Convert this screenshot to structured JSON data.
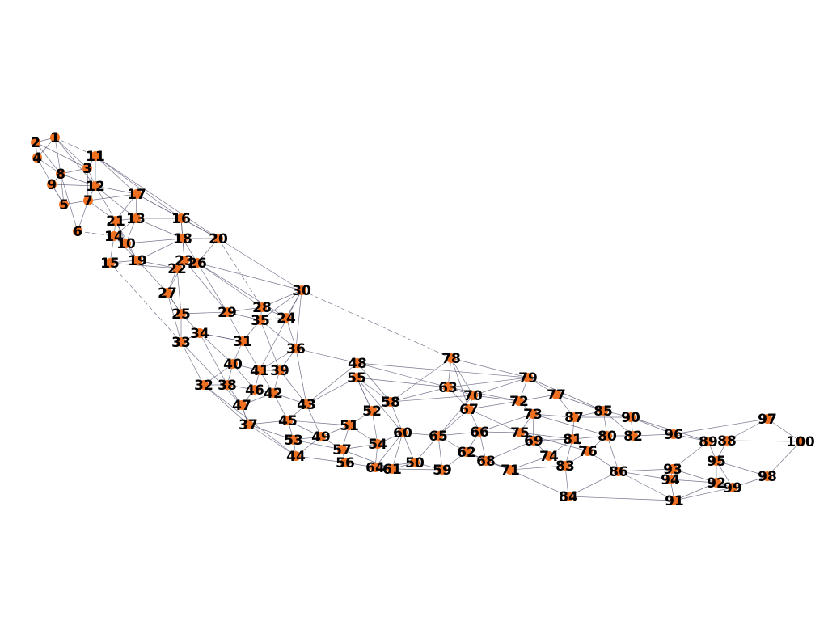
{
  "graph": {
    "colors": {
      "background": "#ffffff",
      "node_fill": "#f07021",
      "node_label": "#000000",
      "edge": "#4a4a6a"
    },
    "nodes": [
      "1",
      "2",
      "3",
      "4",
      "5",
      "6",
      "7",
      "8",
      "9",
      "10",
      "11",
      "12",
      "13",
      "14",
      "15",
      "16",
      "17",
      "18",
      "19",
      "20",
      "21",
      "22",
      "23",
      "24",
      "25",
      "26",
      "27",
      "28",
      "29",
      "30",
      "31",
      "32",
      "33",
      "34",
      "35",
      "36",
      "37",
      "38",
      "39",
      "40",
      "41",
      "42",
      "43",
      "44",
      "45",
      "46",
      "47",
      "48",
      "49",
      "50",
      "51",
      "52",
      "53",
      "54",
      "55",
      "56",
      "57",
      "58",
      "59",
      "60",
      "61",
      "62",
      "63",
      "64",
      "65",
      "66",
      "67",
      "68",
      "69",
      "70",
      "71",
      "72",
      "73",
      "74",
      "75",
      "76",
      "77",
      "78",
      "79",
      "80",
      "81",
      "82",
      "83",
      "84",
      "85",
      "86",
      "87",
      "88",
      "89",
      "90",
      "91",
      "92",
      "93",
      "94",
      "95",
      "96",
      "97",
      "98",
      "99",
      "100"
    ]
  }
}
